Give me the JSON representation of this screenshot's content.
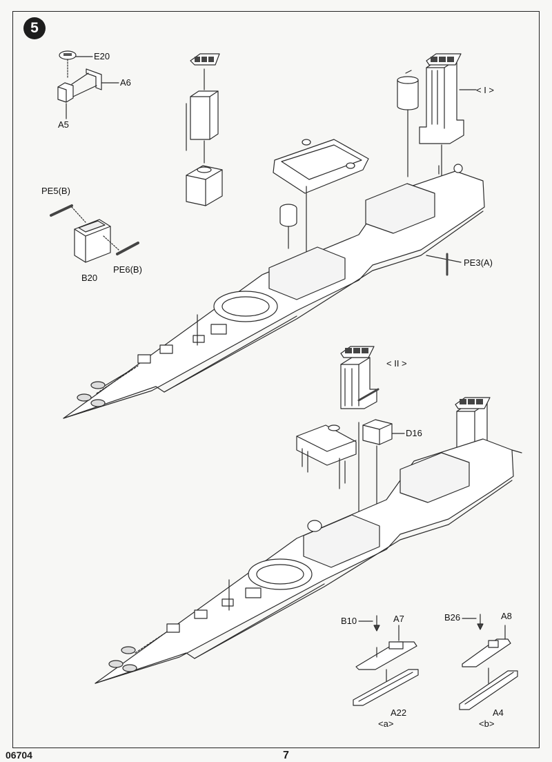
{
  "step": {
    "number": "5"
  },
  "labels": {
    "e20": "E20",
    "a6": "A6",
    "a5": "A5",
    "pe5b": "PE5(B)",
    "pe6b": "PE6(B)",
    "b20": "B20",
    "stack1": "< I >",
    "pe3a": "PE3(A)",
    "stack2": "< II >",
    "d16": "D16",
    "b10": "B10",
    "a7": "A7",
    "a22": "A22",
    "sub_a": "<a>",
    "b26": "B26",
    "a8": "A8",
    "a4": "A4",
    "sub_b": "<b>"
  },
  "footer": {
    "code": "06704",
    "page": "7"
  },
  "colors": {
    "line": "#2a2a2a",
    "fill": "#ffffff",
    "dark": "#555555"
  }
}
